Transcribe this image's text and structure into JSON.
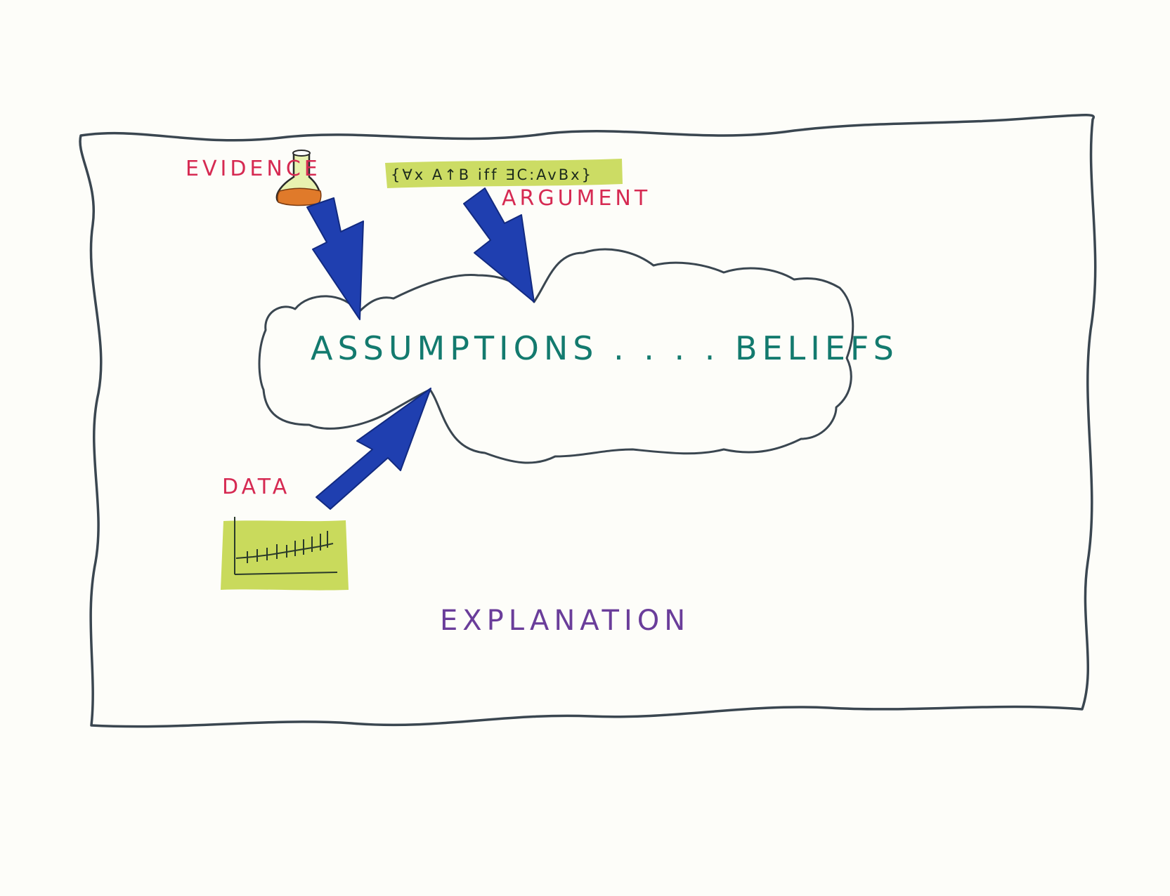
{
  "labels": {
    "evidence": "EVIDENCE",
    "argument": "ARGUMENT",
    "data": "DATA",
    "cloud_text": "ASSUMPTIONS . . . . BELIEFS",
    "explanation": "EXPLANATION",
    "formula": "{∀x A↑B iff ∃C:AvBx}"
  },
  "icons": {
    "flask": "flask-icon",
    "chart": "chart-icon"
  },
  "colors": {
    "frame": "#3a4650",
    "label_red": "#d62a52",
    "label_teal": "#137a6e",
    "label_purple": "#6a3d9a",
    "arrow_blue": "#1f3fb0",
    "highlight_green": "#c3d64a",
    "flask_orange": "#e07a2a"
  }
}
